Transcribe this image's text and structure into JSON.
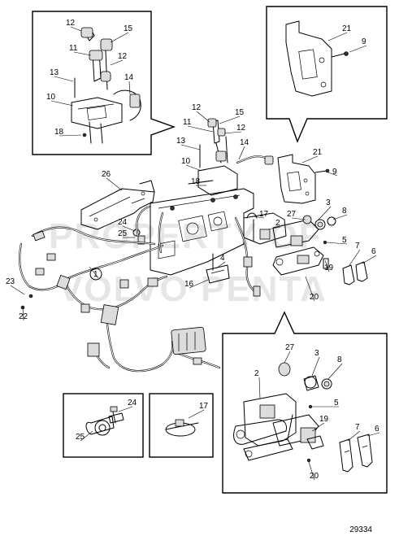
{
  "watermark": {
    "line1": "PROPERTY OF",
    "line2": "VOLVO PENTA"
  },
  "figure_number": "29334",
  "labels": {
    "inset_sensor": [
      "12",
      "15",
      "11",
      "12",
      "13",
      "14",
      "10",
      "18"
    ],
    "inset_bracket": [
      "21",
      "9"
    ],
    "main": [
      "12",
      "15",
      "11",
      "12",
      "13",
      "14",
      "10",
      "18",
      "21",
      "9",
      "26",
      "24",
      "25",
      "17",
      "2",
      "27",
      "3",
      "8",
      "5",
      "7",
      "6",
      "19",
      "20",
      "4",
      "16",
      "1",
      "23",
      "22"
    ],
    "inset_bottom": [
      "27",
      "3",
      "8",
      "2",
      "5",
      "19",
      "7",
      "6",
      "20"
    ],
    "inset_clip": [
      "24",
      "25"
    ],
    "inset_tie": [
      "17"
    ]
  },
  "colors": {
    "line": "#000000",
    "background": "#ffffff",
    "watermark": "#e6e6e6",
    "shade": "#dcdcdc"
  }
}
